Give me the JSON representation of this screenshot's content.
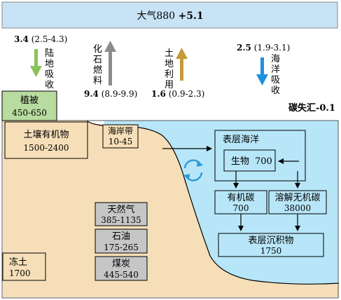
{
  "atmosphere": {
    "label": "大气880 ",
    "change": "+5.1"
  },
  "land_uptake": {
    "value": "3.4",
    "range": " (2.5-4.3)",
    "label_chars": [
      "陆",
      "地",
      "吸",
      "收"
    ]
  },
  "fossil_fuel": {
    "value": "9.4",
    "range": " (8.9-9.9)",
    "label_chars": [
      "化",
      "石",
      "燃",
      "料"
    ]
  },
  "land_use": {
    "value": "1.6",
    "range": " (0.9-2.3)",
    "label_chars": [
      "土",
      "地",
      "利",
      "用"
    ]
  },
  "ocean_uptake": {
    "value": "2.5",
    "range": " (1.9-3.1)",
    "label_chars": [
      "海",
      "洋",
      "吸",
      "收"
    ]
  },
  "carbon_sink_loss": "碳失汇-0.1",
  "vegetation": {
    "label": "植被",
    "value": "450-650"
  },
  "soil_organic": {
    "label": "土壤有机物",
    "value": "1500-2400"
  },
  "coastal_zone": {
    "label": "海岸带",
    "value": "10-45"
  },
  "surface_ocean": {
    "label": "表层海洋"
  },
  "biota": {
    "label": "生物",
    "value": "700"
  },
  "organic_carbon": {
    "label": "有机碳",
    "value": "700"
  },
  "dissolved_inorganic": {
    "label": "溶解无机碳",
    "value": "38000"
  },
  "surface_sediment": {
    "label": "表层沉积物",
    "value": "1750"
  },
  "natural_gas": {
    "label": "天然气",
    "value": "385-1135"
  },
  "oil": {
    "label": "石油",
    "value": "175-265"
  },
  "coal": {
    "label": "煤炭",
    "value": "445-540"
  },
  "permafrost": {
    "label": "冻土",
    "value": "1700"
  },
  "colors": {
    "atmosphere_fill": "#c8e3f5",
    "land_fill": "#f6dfb8",
    "ocean_fill": "#b7e6f8",
    "vegetation_fill": "#b8dba0",
    "fossil_fill": "#c6c6c6",
    "land_uptake_arrow": "#8ac25a",
    "fossil_arrow": "#8c8c8c",
    "land_use_arrow": "#c49a3a",
    "ocean_arrow": "#1e90e0",
    "cycle_icon": "#2a9ad8"
  }
}
